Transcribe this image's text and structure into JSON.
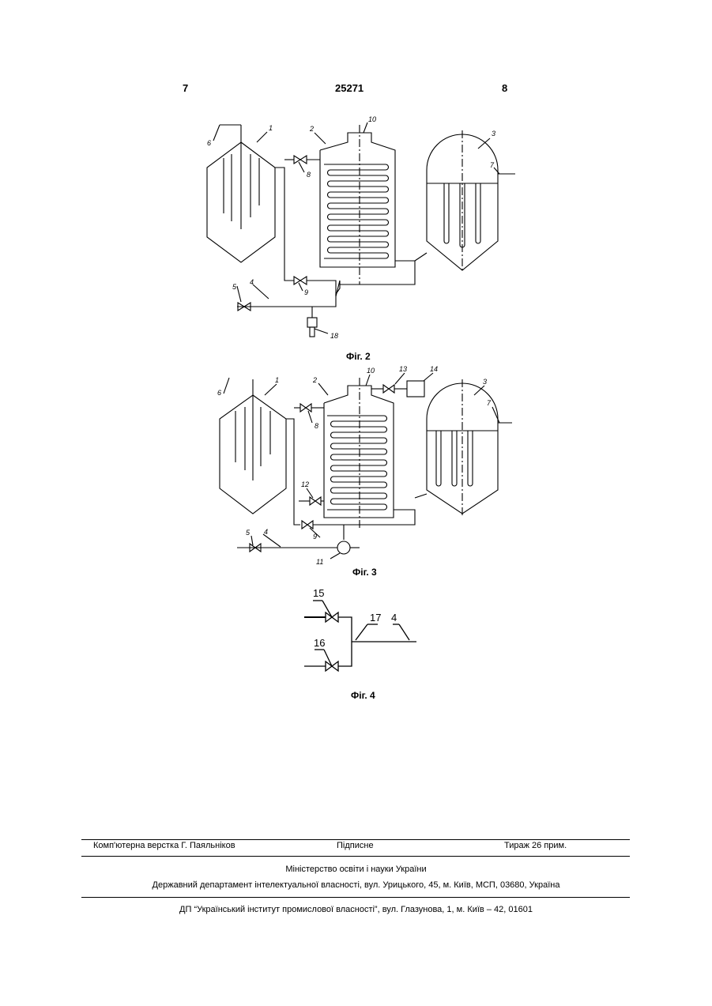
{
  "header": {
    "page_left": "7",
    "patent_number": "25271",
    "page_right": "8"
  },
  "figures": [
    {
      "caption": "Фіг. 2",
      "labels": [
        "1",
        "2",
        "3",
        "4",
        "5",
        "6",
        "7",
        "8",
        "9",
        "10",
        "18"
      ]
    },
    {
      "caption": "Фіг. 3",
      "labels": [
        "1",
        "2",
        "3",
        "4",
        "5",
        "6",
        "7",
        "8",
        "9",
        "10",
        "11",
        "12",
        "13",
        "14"
      ]
    },
    {
      "caption": "Фіг. 4",
      "labels": [
        "15",
        "16",
        "17",
        "4"
      ]
    }
  ],
  "footer": {
    "layout_credit": "Комп'ютерна верстка Г. Паяльніков",
    "signed": "Підписне",
    "circulation": "Тираж 26 прим.",
    "ministry": "Міністерство освіти і науки України",
    "department": "Державний департамент інтелектуальної власності, вул. Урицького, 45, м. Київ, МСП, 03680, Україна",
    "institute": "ДП “Український інститут промислової власності”, вул. Глазунова, 1, м. Київ – 42, 01601"
  }
}
